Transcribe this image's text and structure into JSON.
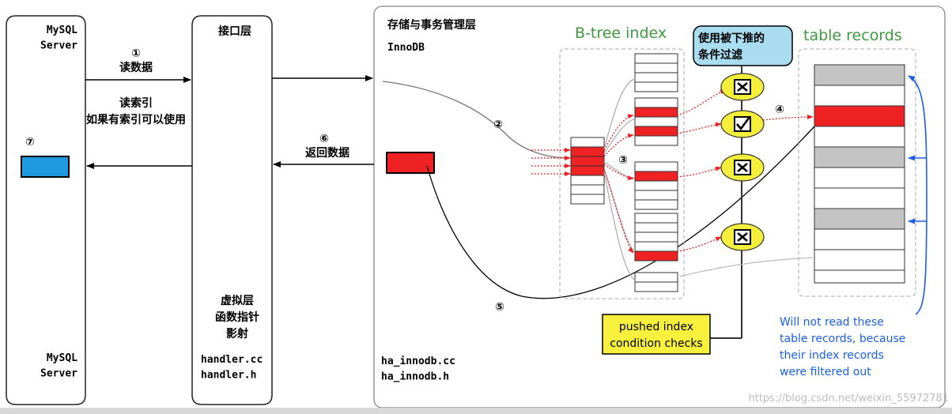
{
  "mysql_server": {
    "label_top": "MySQL\nServer",
    "label_bottom": "MySQL\nServer"
  },
  "interface_layer": {
    "title": "接口层",
    "virtual_layer": "虚拟层\n函数指针\n影射",
    "files": "handler.cc\nhandler.h"
  },
  "storage_layer": {
    "title": "存储与事务管理层",
    "engine": "InnoDB",
    "files": "ha_innodb.cc\nha_innodb.h"
  },
  "arrows": {
    "step1_num": "①",
    "step1_text": "读数据",
    "read_index": "读索引\n如果有索引可以使用",
    "step6_num": "⑥",
    "step6_text": "返回数据",
    "step7_num": "⑦"
  },
  "btree": {
    "title": "B-tree index"
  },
  "records": {
    "title": "table records"
  },
  "conditions": {
    "pushdown_bubble": "使用被下推的\n条件过滤"
  },
  "steps": {
    "two": "②",
    "three": "③",
    "four": "④",
    "five": "⑤"
  },
  "pushed_box": {
    "text": "pushed index\ncondition checks"
  },
  "note": {
    "text": "Will not read these\ntable records, because\ntheir index records\nwere filtered out"
  },
  "watermark": {
    "text": "https://blog.csdn.net/weixin_55972781"
  },
  "colors": {
    "red": "#ee2222",
    "blue_box": "#1e9be0",
    "green_title": "#3d9a3d",
    "yellow": "#f4ef3a",
    "bubble": "#a9dcef",
    "note_blue": "#1a5fe8",
    "gray_row": "#c4c4c4"
  }
}
